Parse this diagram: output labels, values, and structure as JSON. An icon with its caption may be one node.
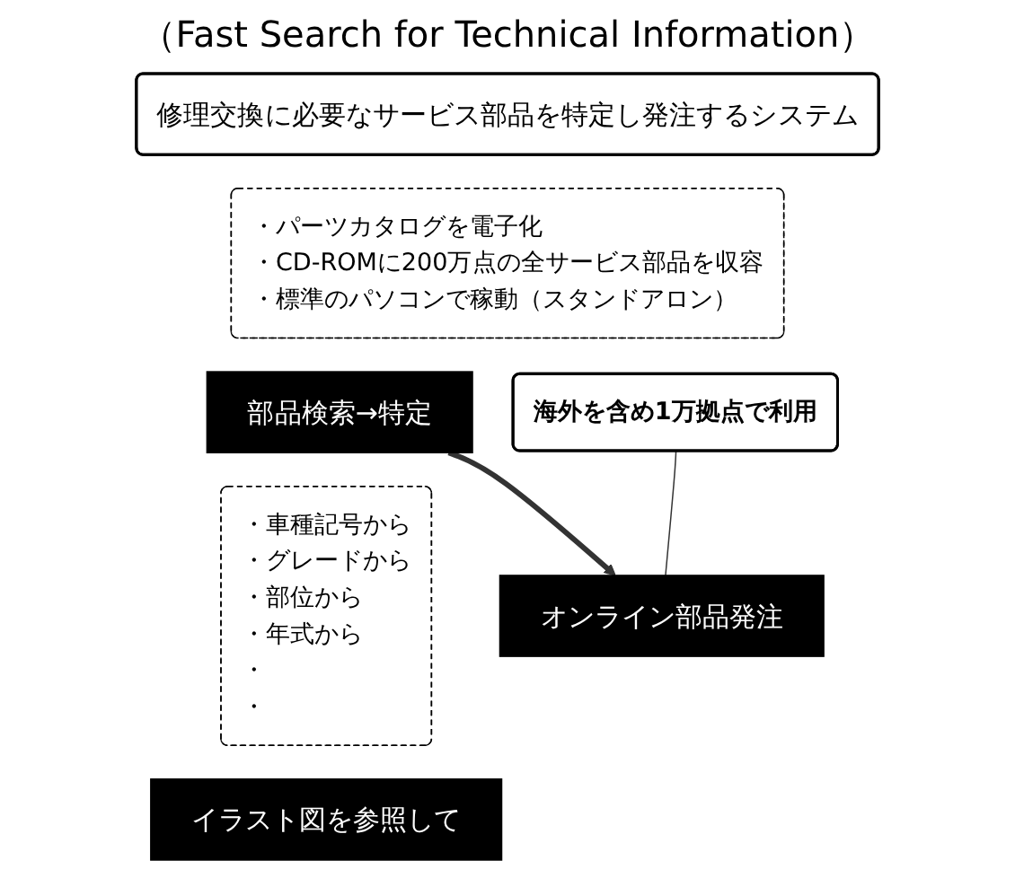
{
  "diagram": {
    "title": "（Fast Search for Technical Information）",
    "nodes": [
      {
        "text": [
          "修理交換に必要なサービス部品を特定し発注するシステム"
        ]
      },
      {
        "text": [
          "・パーツカタログを電子化",
          "・CD-ROMに200万点の全サービス部品を収容",
          "・標準のパソコンで稼動（スタンドアロン）"
        ]
      },
      {
        "text": [
          "部品検索→特定"
        ]
      },
      {
        "text": [
          "・車種記号から",
          "・グレードから",
          "・部位から",
          "・年式から",
          "・",
          "・"
        ]
      },
      {
        "text": [
          "イラスト図を参照して"
        ]
      },
      {
        "text": [
          "オンライン部品発注"
        ]
      },
      {
        "text": [
          "海外を含め1万拠点で利用"
        ]
      }
    ],
    "edges": [
      {
        "from": 2,
        "to": 5,
        "arrow": "to",
        "style": "thick"
      },
      {
        "from": 6,
        "to": 5,
        "arrow": "none"
      }
    ]
  }
}
